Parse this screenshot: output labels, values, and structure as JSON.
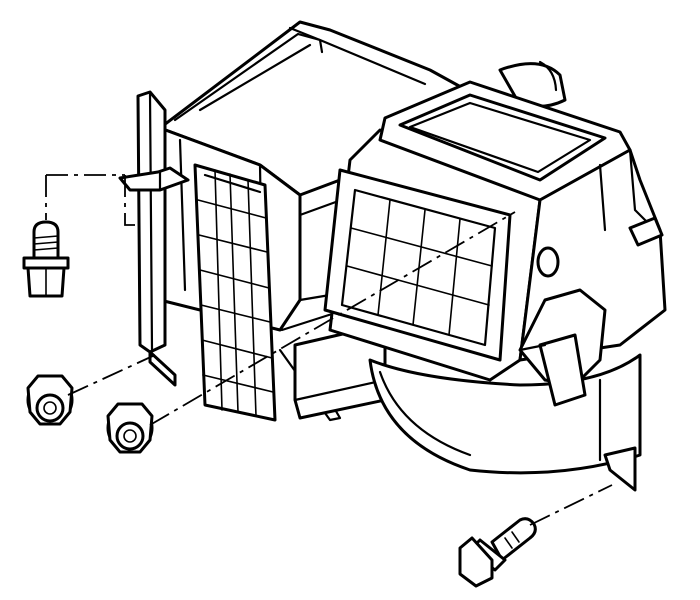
{
  "figure": {
    "type": "exploded-parts-diagram",
    "background": "#ffffff",
    "line_color": "#000000",
    "parts": [
      "blower-unit-housing",
      "intake-filter-grid",
      "blower-motor",
      "flange-bolt",
      "flange-nut",
      "flange-nut",
      "flange-bolt"
    ],
    "leader_style": "dash-dot"
  }
}
